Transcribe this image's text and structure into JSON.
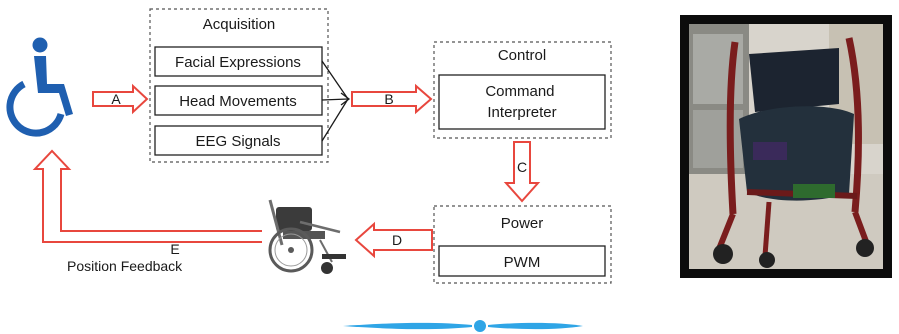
{
  "acquisition": {
    "title": "Acquisition",
    "items": [
      "Facial Expressions",
      "Head Movements",
      "EEG Signals"
    ]
  },
  "control": {
    "title": "Control",
    "items": [
      "Command Interpreter"
    ],
    "item_lines": [
      "Command",
      "Interpreter"
    ]
  },
  "power": {
    "title": "Power",
    "items": [
      "PWM"
    ]
  },
  "arrows": {
    "a": "A",
    "b": "B",
    "c": "C",
    "d": "D",
    "e": "E"
  },
  "feedback_label": "Position Feedback",
  "colors": {
    "arrow": "#e8473e",
    "user_icon": "#1f5fb0",
    "divider": "#2fa5e6",
    "box_border": "#222222",
    "dashed_border": "#555555"
  },
  "icons": {
    "user": "wheelchair-user-icon",
    "wheelchair": "wheelchair-icon",
    "photo": "wheelchair-prototype-photo"
  }
}
